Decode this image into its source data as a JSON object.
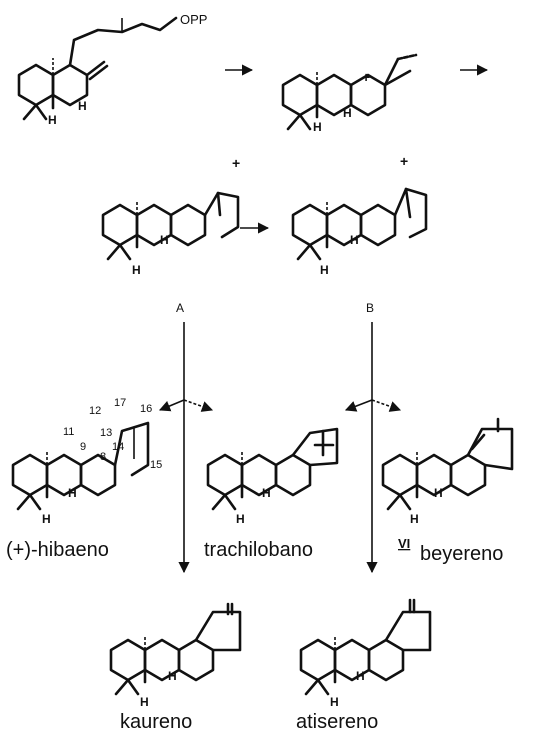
{
  "labels": {
    "opp": "OPP",
    "h": "H",
    "plus": "+",
    "a": "A",
    "b": "B",
    "hibaeno": "(+)-hibaeno",
    "trachilobano": "trachilobano",
    "beyereno_mark": "VI",
    "beyereno": "beyereno",
    "kaureno": "kaureno",
    "atisereno": "atisereno",
    "n11": "11",
    "n12": "12",
    "n17": "17",
    "n16": "16",
    "n13": "13",
    "n9": "9",
    "n8": "8",
    "n14": "14",
    "n15": "15"
  }
}
